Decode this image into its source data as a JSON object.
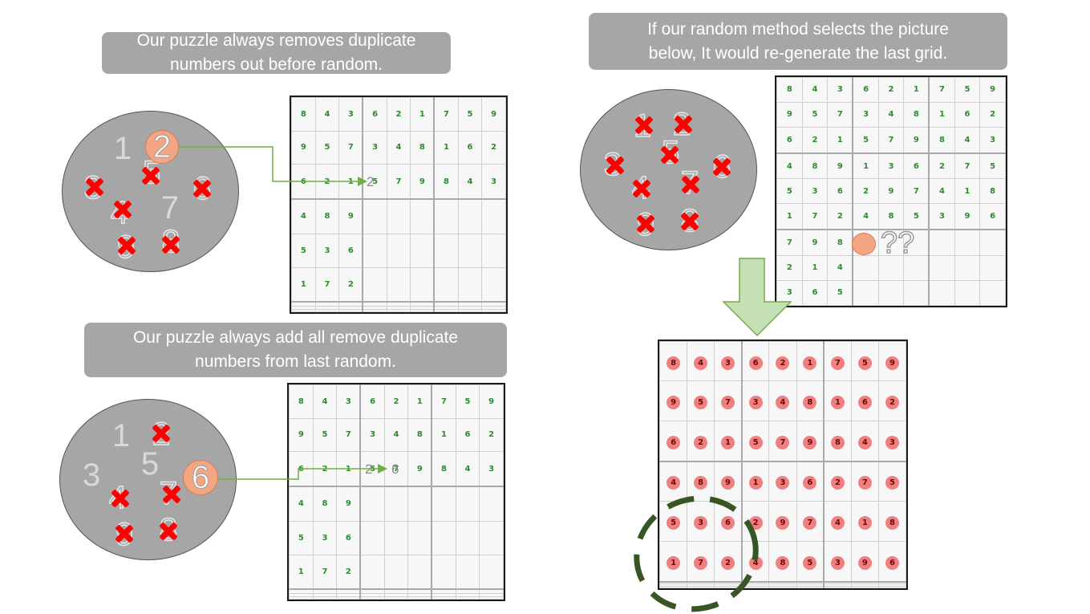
{
  "callouts": {
    "top_left": [
      "Our puzzle always removes duplicate",
      "numbers out before random."
    ],
    "bottom_left": [
      "Our puzzle always add all remove duplicate",
      "numbers from last random."
    ],
    "top_right": [
      "If our random method selects the picture",
      "below, It would re-generate the last grid."
    ]
  },
  "grid_rows": {
    "r1": [
      "8",
      "4",
      "3",
      "6",
      "2",
      "1",
      "7",
      "5",
      "9"
    ],
    "r2": [
      "9",
      "5",
      "7",
      "3",
      "4",
      "8",
      "1",
      "6",
      "2"
    ],
    "r3": [
      "6",
      "2",
      "1",
      "5",
      "7",
      "9",
      "8",
      "4",
      "3"
    ],
    "r4": [
      "4",
      "8",
      "9",
      "1",
      "3",
      "6",
      "2",
      "7",
      "5"
    ],
    "r5": [
      "5",
      "3",
      "6",
      "2",
      "9",
      "7",
      "4",
      "1",
      "8"
    ],
    "r6": [
      "1",
      "7",
      "2",
      "4",
      "8",
      "5",
      "3",
      "9",
      "6"
    ],
    "r7": [
      "7",
      "9",
      "8"
    ],
    "r8": [
      "2",
      "1",
      "4"
    ],
    "r9": [
      "3",
      "6",
      "5"
    ]
  },
  "panel_a": {
    "pool": [
      "1",
      "2",
      "3",
      "4",
      "5",
      "6",
      "7",
      "8",
      "9"
    ],
    "selected": "2",
    "placed_value": "2",
    "row4_partial": [
      "4",
      "8",
      "9"
    ],
    "row5_partial": [
      "5",
      "3",
      "6"
    ],
    "row6_partial": [
      "1",
      "7",
      "2"
    ]
  },
  "panel_b": {
    "pool": [
      "1",
      "2",
      "3",
      "4",
      "5",
      "6",
      "7",
      "8",
      "9"
    ],
    "selected": "6",
    "removed_value": "2",
    "placed_value": "6"
  },
  "panel_c": {
    "pool": [
      "1",
      "2",
      "3",
      "4",
      "5",
      "6",
      "7",
      "8",
      "9"
    ],
    "unknown_marks": "??"
  },
  "colors": {
    "callout": "#a6a6a6",
    "digit": "#2e8b2e",
    "cross": "#ff0000",
    "selected": "#f4a582",
    "arrow": "#70ad47",
    "arrow_fill": "#c5e0b4",
    "dashed_ring": "#375623"
  }
}
